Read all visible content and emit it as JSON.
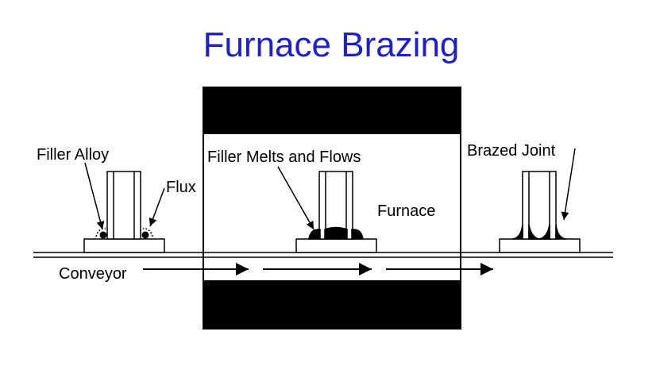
{
  "title": "Furnace Brazing",
  "labels": {
    "filler_alloy": "Filler Alloy",
    "flux": "Flux",
    "filler_melts": "Filler Melts and Flows",
    "furnace": "Furnace",
    "brazed_joint": "Brazed Joint",
    "conveyor": "Conveyor"
  },
  "colors": {
    "title": "#1f1fc8",
    "ink": "#000000",
    "background": "#ffffff"
  }
}
